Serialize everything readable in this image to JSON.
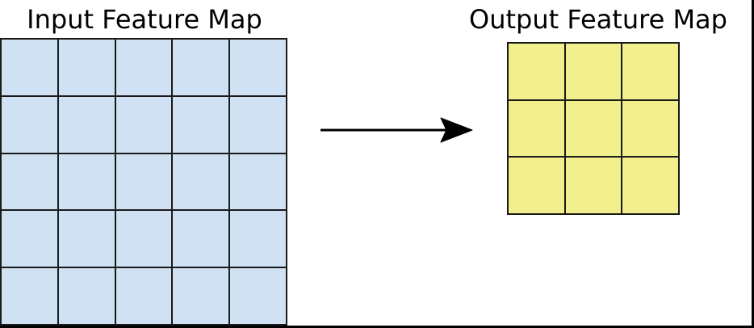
{
  "diagram": {
    "input_map": {
      "title": "Input Feature Map",
      "rows": 5,
      "cols": 5,
      "cell_color": "#cfe1f2"
    },
    "output_map": {
      "title": "Output Feature Map",
      "rows": 3,
      "cols": 3,
      "cell_color": "#f1f08c"
    },
    "arrow": {
      "direction": "right"
    },
    "colors": {
      "background": "#ffffff",
      "grid_line": "#1a1a1a",
      "frame_border": "#000000",
      "title_text": "#000000",
      "arrow_color": "#000000"
    }
  }
}
